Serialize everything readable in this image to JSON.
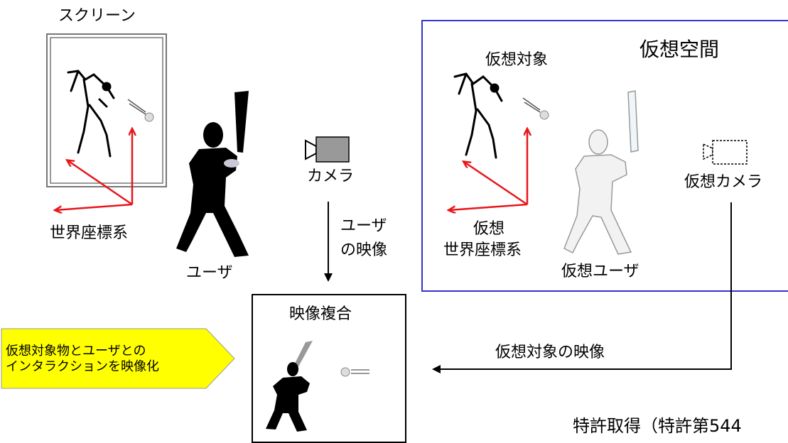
{
  "screen": {
    "label": "スクリーン"
  },
  "world_coords": {
    "label": "世界座標系"
  },
  "user": {
    "label": "ユーザ"
  },
  "camera": {
    "label": "カメラ"
  },
  "user_video": {
    "line1": "ユーザ",
    "line2": "の映像"
  },
  "virtual_space": {
    "title": "仮想空間",
    "object_label": "仮想対象",
    "world_line1": "仮想",
    "world_line2": "世界座標系",
    "user_label": "仮想ユーザ",
    "camera_label": "仮想カメラ"
  },
  "composite": {
    "label": "映像複合"
  },
  "virtual_object_video": {
    "label": "仮想対象の映像"
  },
  "callout": {
    "line1": "仮想対象物とユーザとの",
    "line2": "インタラクションを映像化"
  },
  "patent": {
    "label": "特許取得（特許第544"
  },
  "colors": {
    "axes": "#e8161b",
    "virtual_space_border": "#3333cc",
    "callout_fill": "#ffff00"
  },
  "icons": [
    "pitcher-figure",
    "batter-silhouette",
    "video-camera-icon",
    "baseball-icon"
  ]
}
